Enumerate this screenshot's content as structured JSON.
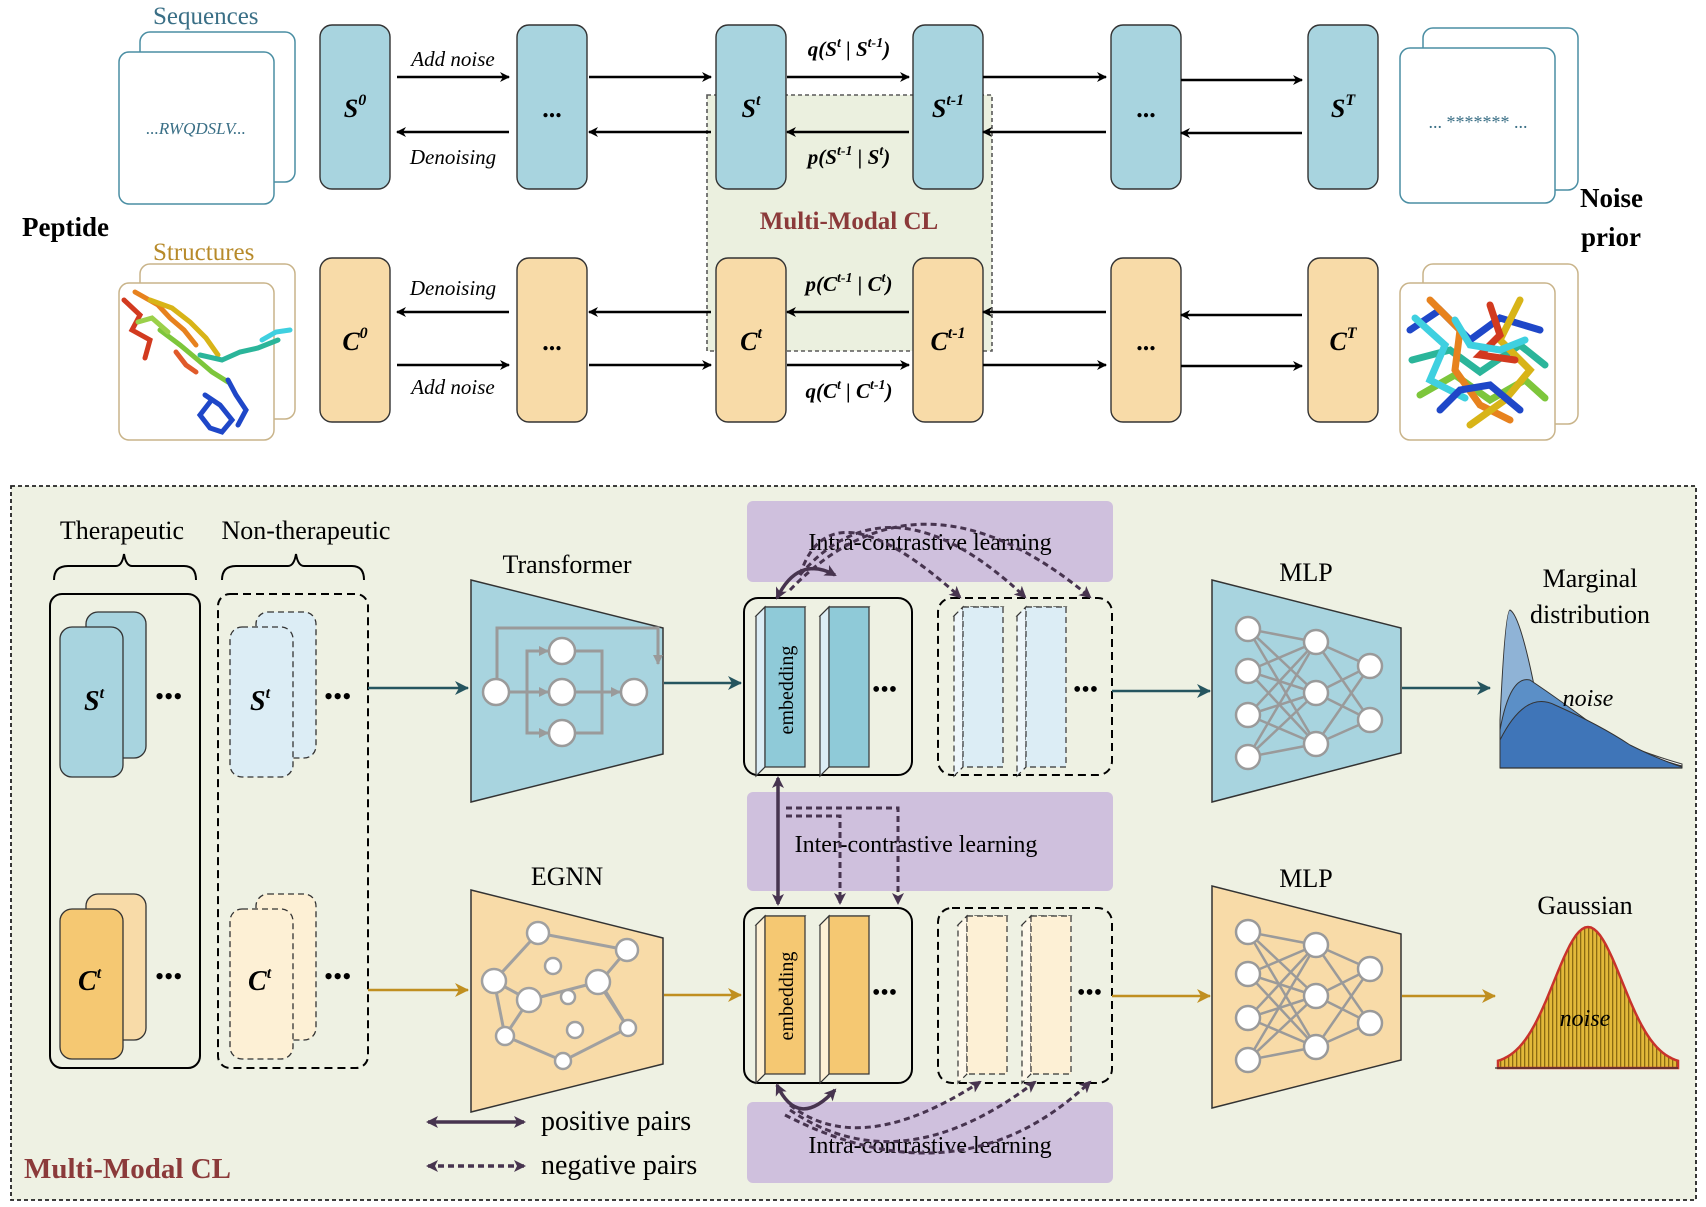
{
  "top": {
    "side_labels": {
      "peptide": "Peptide",
      "noise_prior": [
        "Noise",
        "prior"
      ]
    },
    "sequences": {
      "label": "Sequences",
      "card_text": "...RWQDSLV...",
      "noise_card_text": "... ******* ..."
    },
    "structures": {
      "label": "Structures"
    },
    "seq_states": [
      {
        "base": "S",
        "sup": "0"
      },
      {
        "base": "",
        "sup": "",
        "dots": "..."
      },
      {
        "base": "S",
        "sup": "t"
      },
      {
        "base": "S",
        "sup": "t-1"
      },
      {
        "base": "",
        "sup": "",
        "dots": "..."
      },
      {
        "base": "S",
        "sup": "T"
      }
    ],
    "struct_states": [
      {
        "base": "C",
        "sup": "0"
      },
      {
        "base": "",
        "sup": "",
        "dots": "..."
      },
      {
        "base": "C",
        "sup": "t"
      },
      {
        "base": "C",
        "sup": "t-1"
      },
      {
        "base": "",
        "sup": "",
        "dots": "..."
      },
      {
        "base": "C",
        "sup": "T"
      }
    ],
    "arrow_labels": {
      "add_noise": "Add noise",
      "denoising": "Denoising",
      "q_seq": "q(S<sup>t</sup> | S<sup>t-1</sup>)",
      "p_seq": "p(S<sup>t-1</sup> | S<sup>t</sup>)",
      "p_struct": "p(C<sup>t-1</sup> | C<sup>t</sup>)",
      "q_struct": "q(C<sup>t</sup> | C<sup>t-1</sup>)"
    },
    "center_label": "Multi-Modal CL"
  },
  "bottom": {
    "panel_label": "Multi-Modal CL",
    "groups": {
      "therapeutic": "Therapeutic",
      "non_therapeutic": "Non-therapeutic"
    },
    "dots": "•••",
    "encoders": {
      "seq": "Transformer",
      "struct": "EGNN"
    },
    "embedding_label": "embedding",
    "contrastive": {
      "intra_top": "Intra-contrastive learning",
      "inter": "Inter-contrastive learning",
      "intra_bottom": "Intra-contrastive learning"
    },
    "heads": {
      "seq": "MLP",
      "struct": "MLP"
    },
    "outputs": {
      "seq_title": [
        "Marginal",
        "distribution"
      ],
      "struct_title": "Gaussian",
      "noise": "noise"
    },
    "legend": {
      "positive": "positive pairs",
      "negative": "negative pairs"
    }
  },
  "colors": {
    "seq_fill": "#a8d4df",
    "seq_light": "#dcedf5",
    "struct_fill": "#f8dba8",
    "struct_light": "#fdf0d5",
    "panel_bg": "#eef1e3",
    "purple": "#cfc0dd",
    "arrow_dark": "#47344f",
    "teal_arrow": "#25555f",
    "gold_arrow": "#c08f20",
    "label_red": "#8b3a3a"
  }
}
